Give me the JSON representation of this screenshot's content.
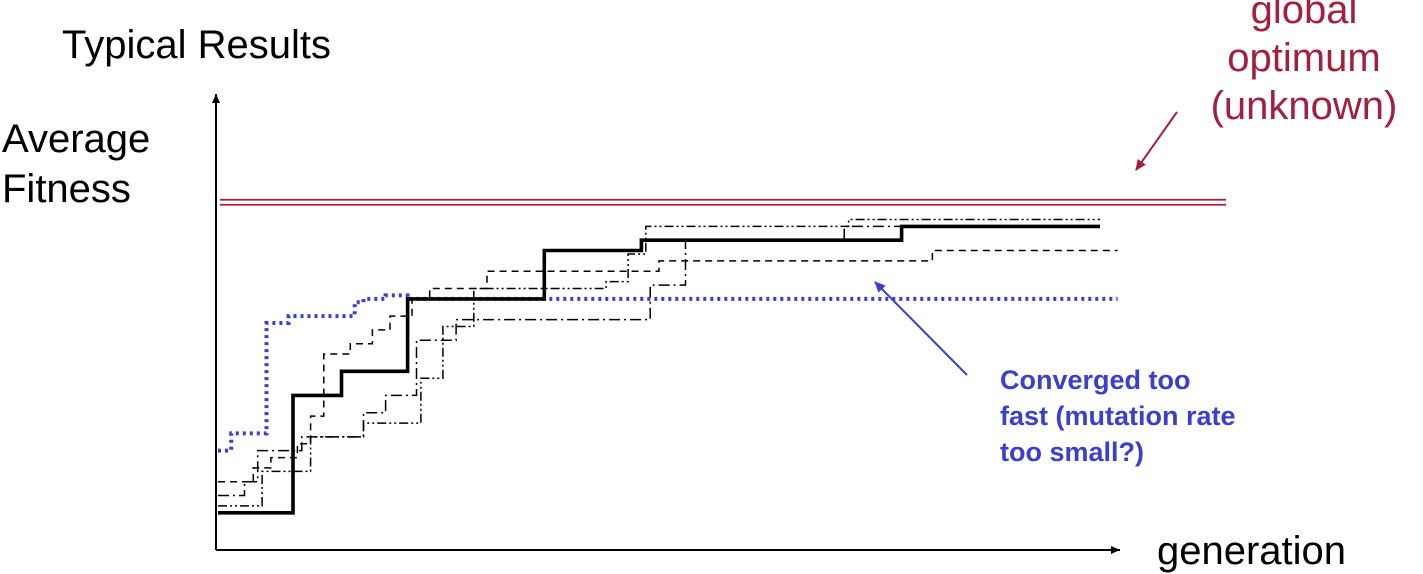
{
  "colors": {
    "axis": "#000000",
    "optimum": "#a31f3c",
    "converged": "#3a3fd0",
    "runs": "#000000"
  },
  "chart_data": {
    "type": "line",
    "title": "Typical Results",
    "xlabel": "generation",
    "ylabel": "Average\nFitness",
    "xlim": [
      0,
      100
    ],
    "ylim": [
      0,
      100
    ],
    "grid": false,
    "axis_ticks": false,
    "legend": "none",
    "reference_line": {
      "y": 95,
      "style": "double"
    },
    "annotations": [
      {
        "text": "global\noptimum\n(unknown)",
        "target": "reference_line",
        "color": "#a31f3c"
      },
      {
        "text": "Converged too\nfast (mutation rate\ntoo small?)",
        "target": "blue-dotted-series",
        "color": "#3a3fd0"
      }
    ],
    "series": [
      {
        "style": "solid-thick",
        "step": true,
        "x": [
          0,
          8.5,
          8.5,
          14,
          14,
          21.5,
          21.5,
          37,
          37,
          48,
          48,
          77.5,
          77.5,
          100
        ],
        "y": [
          5,
          5,
          39,
          39,
          46,
          46,
          67,
          67,
          81,
          81,
          84,
          84,
          88,
          88
        ]
      },
      {
        "style": "dotted",
        "step": true,
        "x": [
          0,
          1.5,
          1.5,
          5.5,
          5.5,
          8,
          8,
          15.5,
          15.5,
          16.5,
          16.5,
          19,
          19,
          21.5,
          21.5,
          102
        ],
        "y": [
          23,
          23,
          28,
          28,
          60,
          60,
          62,
          62,
          66,
          66,
          67,
          67,
          68,
          68,
          67,
          67
        ]
      },
      {
        "style": "dashed",
        "step": true,
        "x": [
          0,
          4,
          4,
          6,
          6,
          9,
          9,
          10.5,
          10.5,
          12,
          12,
          15,
          15,
          17.5,
          17.5,
          19.5,
          19.5,
          22,
          22,
          24,
          24,
          30.5,
          30.5,
          50,
          50,
          81,
          81,
          102
        ],
        "y": [
          14,
          14,
          18,
          18,
          21,
          21,
          25,
          25,
          33,
          33,
          51,
          51,
          54,
          54,
          58,
          58,
          62,
          62,
          67,
          67,
          70,
          70,
          75,
          75,
          78,
          78,
          81,
          81
        ]
      },
      {
        "style": "dash-dot",
        "step": true,
        "x": [
          0,
          3,
          3,
          4.5,
          4.5,
          9.5,
          9.5,
          16.5,
          16.5,
          19,
          19,
          22.5,
          22.5,
          27,
          27,
          49,
          49,
          53,
          53,
          71,
          71,
          100
        ],
        "y": [
          10,
          10,
          14,
          14,
          23,
          23,
          27,
          27,
          34,
          34,
          39,
          39,
          55,
          55,
          61,
          61,
          71,
          71,
          84,
          84,
          88,
          88
        ]
      },
      {
        "style": "dash-dot-dot",
        "step": true,
        "x": [
          0,
          5,
          5,
          10.5,
          10.5,
          16.5,
          16.5,
          23,
          23,
          25.5,
          25.5,
          29,
          29,
          44,
          44,
          46.5,
          46.5,
          48.5,
          48.5,
          71.5,
          71.5,
          100
        ],
        "y": [
          7,
          7,
          17,
          17,
          27,
          27,
          31,
          31,
          44,
          44,
          59,
          59,
          70,
          70,
          72,
          72,
          80,
          80,
          88,
          88,
          90,
          90
        ]
      }
    ]
  }
}
